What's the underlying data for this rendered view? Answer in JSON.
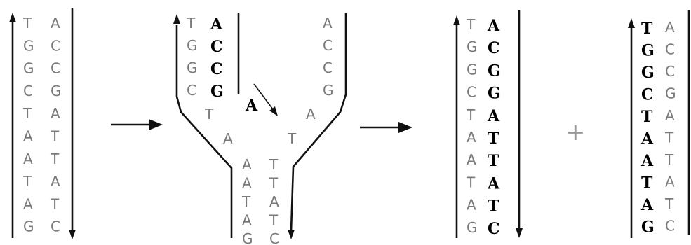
{
  "panels": {
    "original": {
      "left_strand": [
        "T",
        "G",
        "G",
        "C",
        "T",
        "A",
        "A",
        "T",
        "A",
        "G"
      ],
      "right_strand": [
        "A",
        "C",
        "C",
        "G",
        "A",
        "T",
        "T",
        "A",
        "T",
        "C"
      ]
    },
    "fork": {
      "upper_left_template": [
        "T",
        "G",
        "G",
        "C"
      ],
      "upper_left_new": [
        "A",
        "C",
        "C",
        "G"
      ],
      "incoming_base": "A",
      "unpaired_left": [
        "T",
        "A"
      ],
      "unpaired_right": [
        "A",
        "T"
      ],
      "upper_right_template": [
        "A",
        "C",
        "C",
        "G"
      ],
      "stem_left": [
        "A",
        "A",
        "T",
        "A",
        "G"
      ],
      "stem_right": [
        "T",
        "T",
        "A",
        "T",
        "C"
      ]
    },
    "daughter1": {
      "template": [
        "T",
        "G",
        "G",
        "C",
        "T",
        "A",
        "A",
        "T",
        "A",
        "G"
      ],
      "new": [
        "A",
        "C",
        "G",
        "G",
        "A",
        "T",
        "T",
        "A",
        "T",
        "C"
      ]
    },
    "daughter2": {
      "new": [
        "T",
        "G",
        "G",
        "C",
        "T",
        "A",
        "A",
        "T",
        "A",
        "G"
      ],
      "template": [
        "A",
        "C",
        "C",
        "G",
        "A",
        "T",
        "T",
        "A",
        "T",
        "C"
      ]
    }
  },
  "operators": {
    "plus": "+"
  }
}
